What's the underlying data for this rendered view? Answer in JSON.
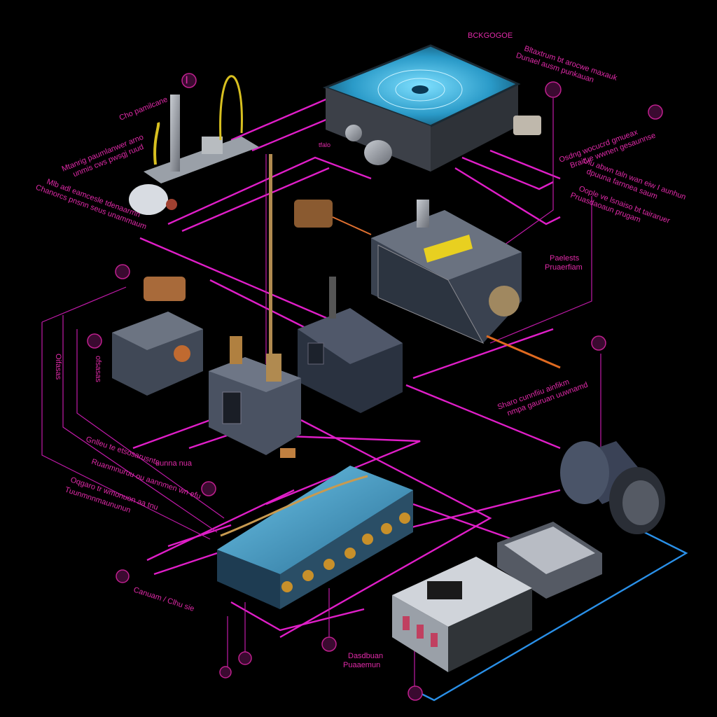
{
  "labels": {
    "top_center": "BCKGOGOE",
    "top_right_1": "Bltaxtrum bt arocwe maxauk",
    "top_right_2": "Dunael ausm punkauan",
    "left_top": "Cho pamilcane",
    "left_mid_1": "Mtanrig paumlanwer arno",
    "left_mid_2": "unmis cws pwsgj ruud",
    "left_low_1": "Mlb adl eamcesle tdenaarmn",
    "left_low_2": "Chanorcs pnsnn seus unammaum",
    "right_1a": "Osdng wocucrd gmueax",
    "right_1b": "Braitue wwnen gesaunnse",
    "right_2a": "Ulu abwn taln wan eiw I aunhun",
    "right_2b": "dpuuna farnnea saum",
    "right_3a": "Oople ve lsnaiso bt tairaruer",
    "right_3b": "Pruasdaoaun prugam",
    "right_mid_1": "Paelests",
    "right_mid_2": "Pruaerfiam",
    "center_right_1": "Sharo cunnfiiu ainfikm",
    "center_right_2": "nmpa gauruan uuwnamd",
    "left_vert_1": "Oifasas",
    "left_vert_2": "ofsasas",
    "lower_left_1": "Gnlleu te etsosarusnts",
    "lower_left_2": "Ruanmnuruu ou aannmen wn efu",
    "lower_left_3": "Oqgaro tr wmonuon aa tnu",
    "lower_left_4": "Tuunmnnmaununun",
    "lower_center_left": "uunna nua",
    "bottom_left": "Canuam / Clhu sie",
    "bottom_center_1": "Dasdbuan",
    "bottom_center_2": "Puaaemun",
    "mini": "tfalo"
  },
  "colors": {
    "wire": "#e01ec8",
    "wire_blue": "#2a90e8",
    "label": "#e02aa8",
    "background": "#000000"
  },
  "icons": [
    "badge-icon",
    "badge-icon",
    "badge-icon",
    "badge-icon",
    "badge-icon",
    "badge-icon",
    "badge-icon",
    "badge-icon",
    "badge-icon",
    "badge-icon",
    "badge-icon",
    "badge-icon"
  ]
}
